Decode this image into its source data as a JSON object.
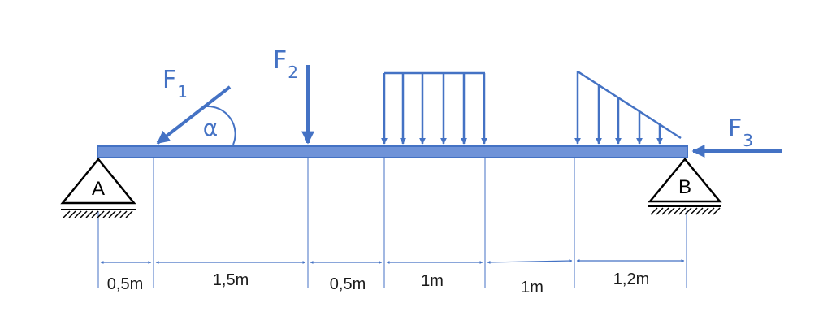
{
  "supports": {
    "a_label": "A",
    "b_label": "B"
  },
  "forces": {
    "f1": {
      "letter": "F",
      "sub": "1"
    },
    "f2": {
      "letter": "F",
      "sub": "2"
    },
    "f3": {
      "letter": "F",
      "sub": "3"
    },
    "angle_symbol": "α"
  },
  "dimensions": [
    "0,5m",
    "1,5m",
    "0,5m",
    "1m",
    "1m",
    "1,2m"
  ],
  "colors": {
    "accent": "#4472C4",
    "beam_fill": "#6F93D8",
    "ink": "#000000"
  }
}
